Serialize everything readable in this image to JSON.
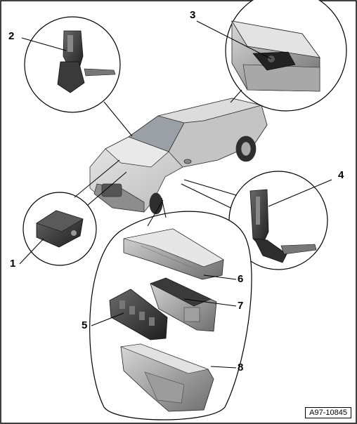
{
  "callouts": {
    "c1": "1",
    "c2": "2",
    "c3": "3",
    "c4": "4",
    "c5": "5",
    "c6": "6",
    "c7": "7",
    "c8": "8"
  },
  "reference_code": "A97-10845",
  "colors": {
    "line": "#000000",
    "part_gray": "#8a8a8a",
    "car_gray": "#cfcfcf"
  }
}
